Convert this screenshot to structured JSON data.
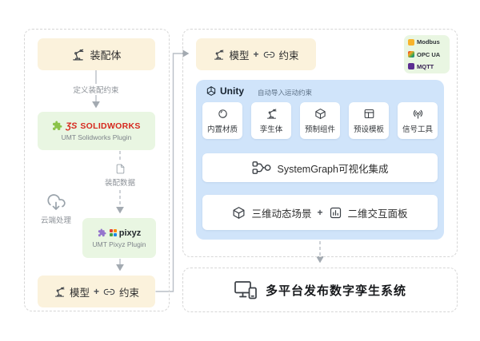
{
  "left_panel": {
    "assembly": {
      "label": "装配体"
    },
    "constraint_arrow_label": "定义装配约束",
    "solidworks": {
      "logo_mark": "ƷS",
      "logo_text": "SOLIDWORKS",
      "subtitle": "UMT Solidworks Plugin"
    },
    "data_arrow_label": "装配数据",
    "cloud_label": "云端处理",
    "pixyz": {
      "logo_text": "pixyz",
      "subtitle": "UMT Pixyz Plugin"
    },
    "output": {
      "model": "模型",
      "plus": "+",
      "constraint": "约束"
    }
  },
  "right_panel": {
    "input": {
      "model": "模型",
      "plus": "+",
      "constraint": "约束"
    },
    "protocols": [
      {
        "label": "Modbus"
      },
      {
        "label": "OPC UA"
      },
      {
        "label": "MQTT"
      }
    ],
    "unity": {
      "logo_text": "Unity",
      "auto_note": "自动导入运动约束",
      "modules": [
        {
          "label": "内置材质"
        },
        {
          "label": "孪生体"
        },
        {
          "label": "预制组件"
        },
        {
          "label": "预设模板"
        },
        {
          "label": "信号工具"
        }
      ],
      "systemgraph_label": "SystemGraph可视化集成",
      "outputs": {
        "scene": "三维动态场景",
        "plus": "+",
        "panel": "二维交互面板"
      }
    }
  },
  "publish_panel": {
    "label": "多平台发布数字孪生系统"
  },
  "colors": {
    "cream_box": "#FBF2DC",
    "green_box": "#E9F6E2",
    "unity_blue_box": "#D0E4FA",
    "solidworks_red": "#D6281E",
    "solidworks_puzzle_green": "#8BC34A",
    "pixyz_puzzle_purple": "#9575CD",
    "modbus_yellow": "#F7B32B",
    "mqtt_purple": "#5C2D91"
  }
}
